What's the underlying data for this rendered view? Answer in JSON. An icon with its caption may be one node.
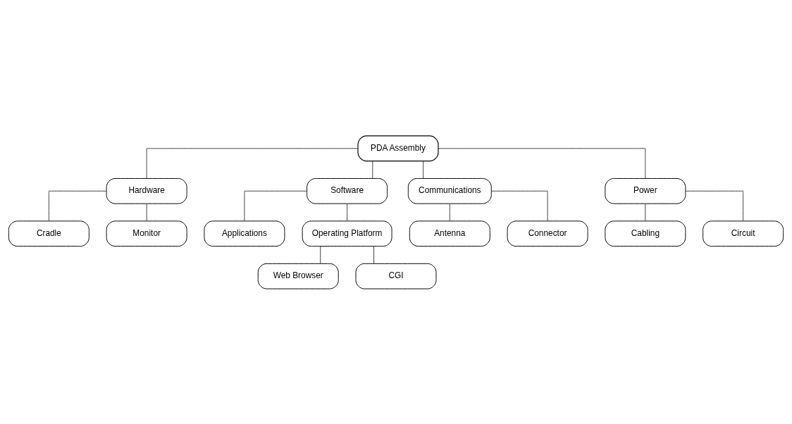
{
  "diagram": {
    "nodes": [
      {
        "text": [
          "PDA Assembly"
        ]
      },
      {
        "text": [
          "Hardware"
        ]
      },
      {
        "text": [
          "Cradle"
        ]
      },
      {
        "text": [
          "Monitor"
        ]
      },
      {
        "text": [
          "Software"
        ]
      },
      {
        "text": [
          "Applications"
        ]
      },
      {
        "text": [
          "Operating Platform"
        ]
      },
      {
        "text": [
          "Web Browser"
        ]
      },
      {
        "text": [
          "CGI"
        ]
      },
      {
        "text": [
          "Communications"
        ]
      },
      {
        "text": [
          "Antenna"
        ]
      },
      {
        "text": [
          "Connector"
        ]
      },
      {
        "text": [
          "Power"
        ]
      },
      {
        "text": [
          "Cabling"
        ]
      },
      {
        "text": [
          "Circuit"
        ]
      }
    ],
    "edges": [
      {
        "from": 0,
        "to": 1,
        "arrow": "none"
      },
      {
        "from": 0,
        "to": 4,
        "arrow": "none"
      },
      {
        "from": 0,
        "to": 9,
        "arrow": "none"
      },
      {
        "from": 0,
        "to": 12,
        "arrow": "none"
      },
      {
        "from": 1,
        "to": 2,
        "arrow": "none"
      },
      {
        "from": 1,
        "to": 3,
        "arrow": "none"
      },
      {
        "from": 4,
        "to": 5,
        "arrow": "none"
      },
      {
        "from": 4,
        "to": 6,
        "arrow": "none"
      },
      {
        "from": 6,
        "to": 7,
        "arrow": "none"
      },
      {
        "from": 6,
        "to": 8,
        "arrow": "none"
      },
      {
        "from": 9,
        "to": 10,
        "arrow": "none"
      },
      {
        "from": 9,
        "to": 11,
        "arrow": "none"
      },
      {
        "from": 12,
        "to": 13,
        "arrow": "none"
      },
      {
        "from": 12,
        "to": 14,
        "arrow": "none"
      }
    ]
  }
}
